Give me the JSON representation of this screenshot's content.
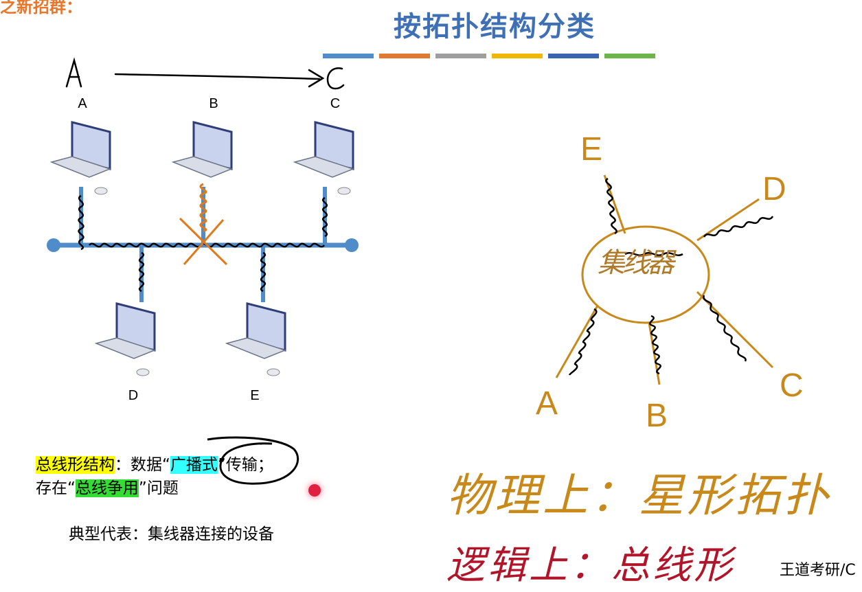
{
  "header": {
    "corner_text": "之新招群：",
    "title": "按拓扑结构分类"
  },
  "colors": {
    "title": "#3f6fb5",
    "stripes": [
      "#4f8cc9",
      "#e07a33",
      "#9e9e9e",
      "#f2b705",
      "#3a63b0",
      "#6db54a"
    ],
    "bus": "#4f8cc9",
    "handwriting_orange": "#c8891a",
    "handwriting_red": "#b0152a"
  },
  "bus_diagram": {
    "arrow_from": "A",
    "arrow_to": "C",
    "computers": [
      {
        "label": "A"
      },
      {
        "label": "B"
      },
      {
        "label": "C"
      },
      {
        "label": "D"
      },
      {
        "label": "E"
      }
    ]
  },
  "description": {
    "line1_highlight": "总线形结构",
    "line1_mid": "：数据“",
    "line1_highlight2": "广播式",
    "line1_end": "”传输；",
    "line2_start": "存在“",
    "line2_highlight": "总线争用",
    "line2_end": "”问题",
    "typical": "典型代表：集线器连接的设备"
  },
  "star_diagram": {
    "hub_label": "集线器",
    "nodes": [
      "E",
      "D",
      "A",
      "B",
      "C"
    ]
  },
  "handwritten_notes": {
    "physical": "物理上：星形拓扑",
    "logical": "逻辑上：总线形"
  },
  "watermark": "王道考研/C"
}
